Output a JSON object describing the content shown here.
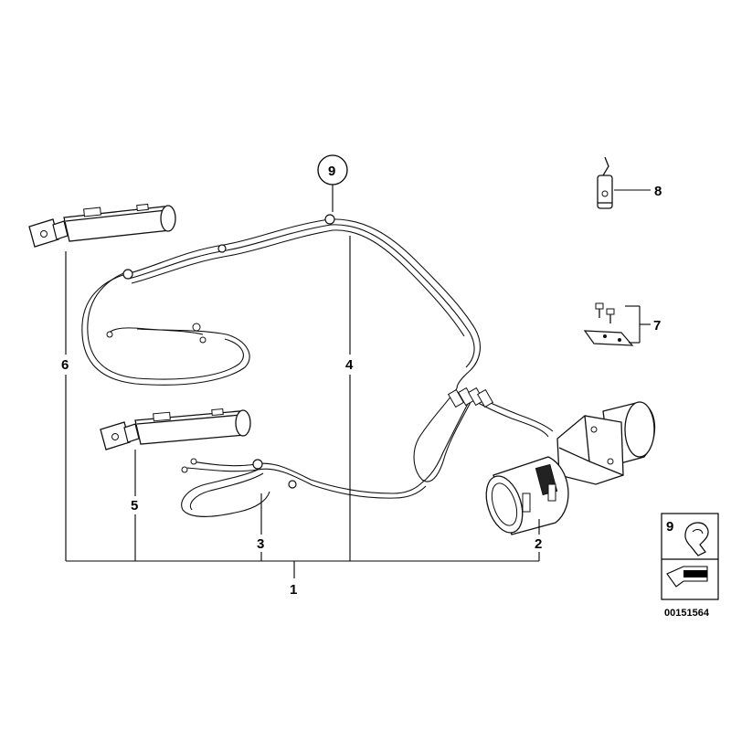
{
  "callouts": {
    "c1": "1",
    "c2": "2",
    "c3": "3",
    "c4": "4",
    "c5": "5",
    "c6": "6",
    "c7": "7",
    "c8": "8",
    "c9": "9"
  },
  "legend": {
    "number": "9"
  },
  "reference_number": "00151564"
}
